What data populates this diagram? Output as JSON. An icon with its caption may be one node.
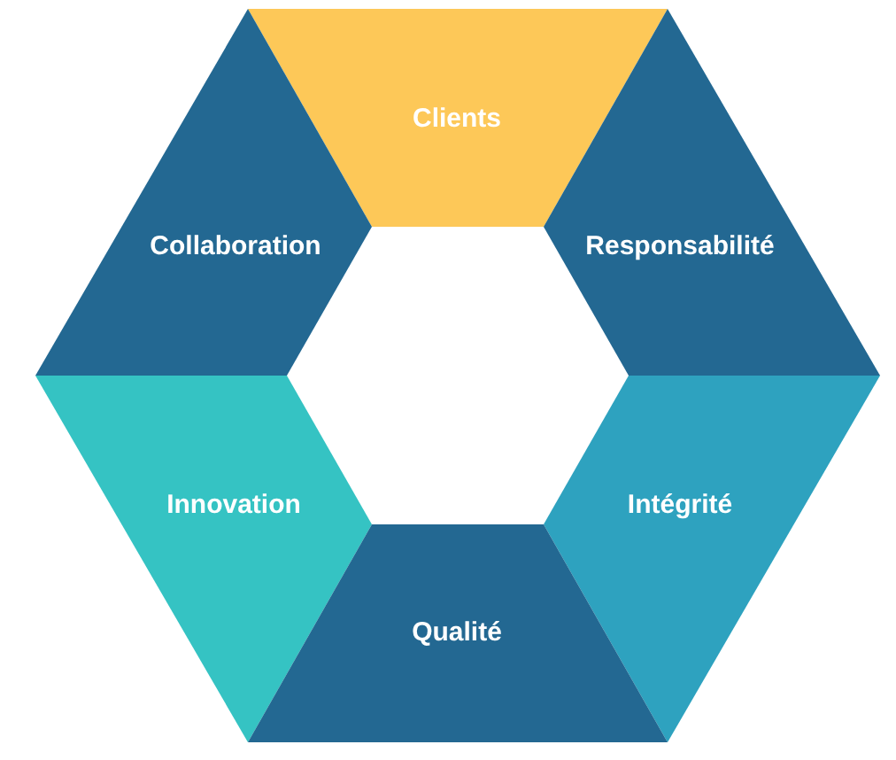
{
  "diagram": {
    "nodes": [
      {
        "text": [
          "Clients"
        ]
      },
      {
        "text": [
          "Collaboration"
        ]
      },
      {
        "text": [
          "Responsabilité"
        ]
      },
      {
        "text": [
          "Innovation"
        ]
      },
      {
        "text": [
          "Intégrité"
        ]
      },
      {
        "text": [
          "Qualité"
        ]
      }
    ]
  }
}
